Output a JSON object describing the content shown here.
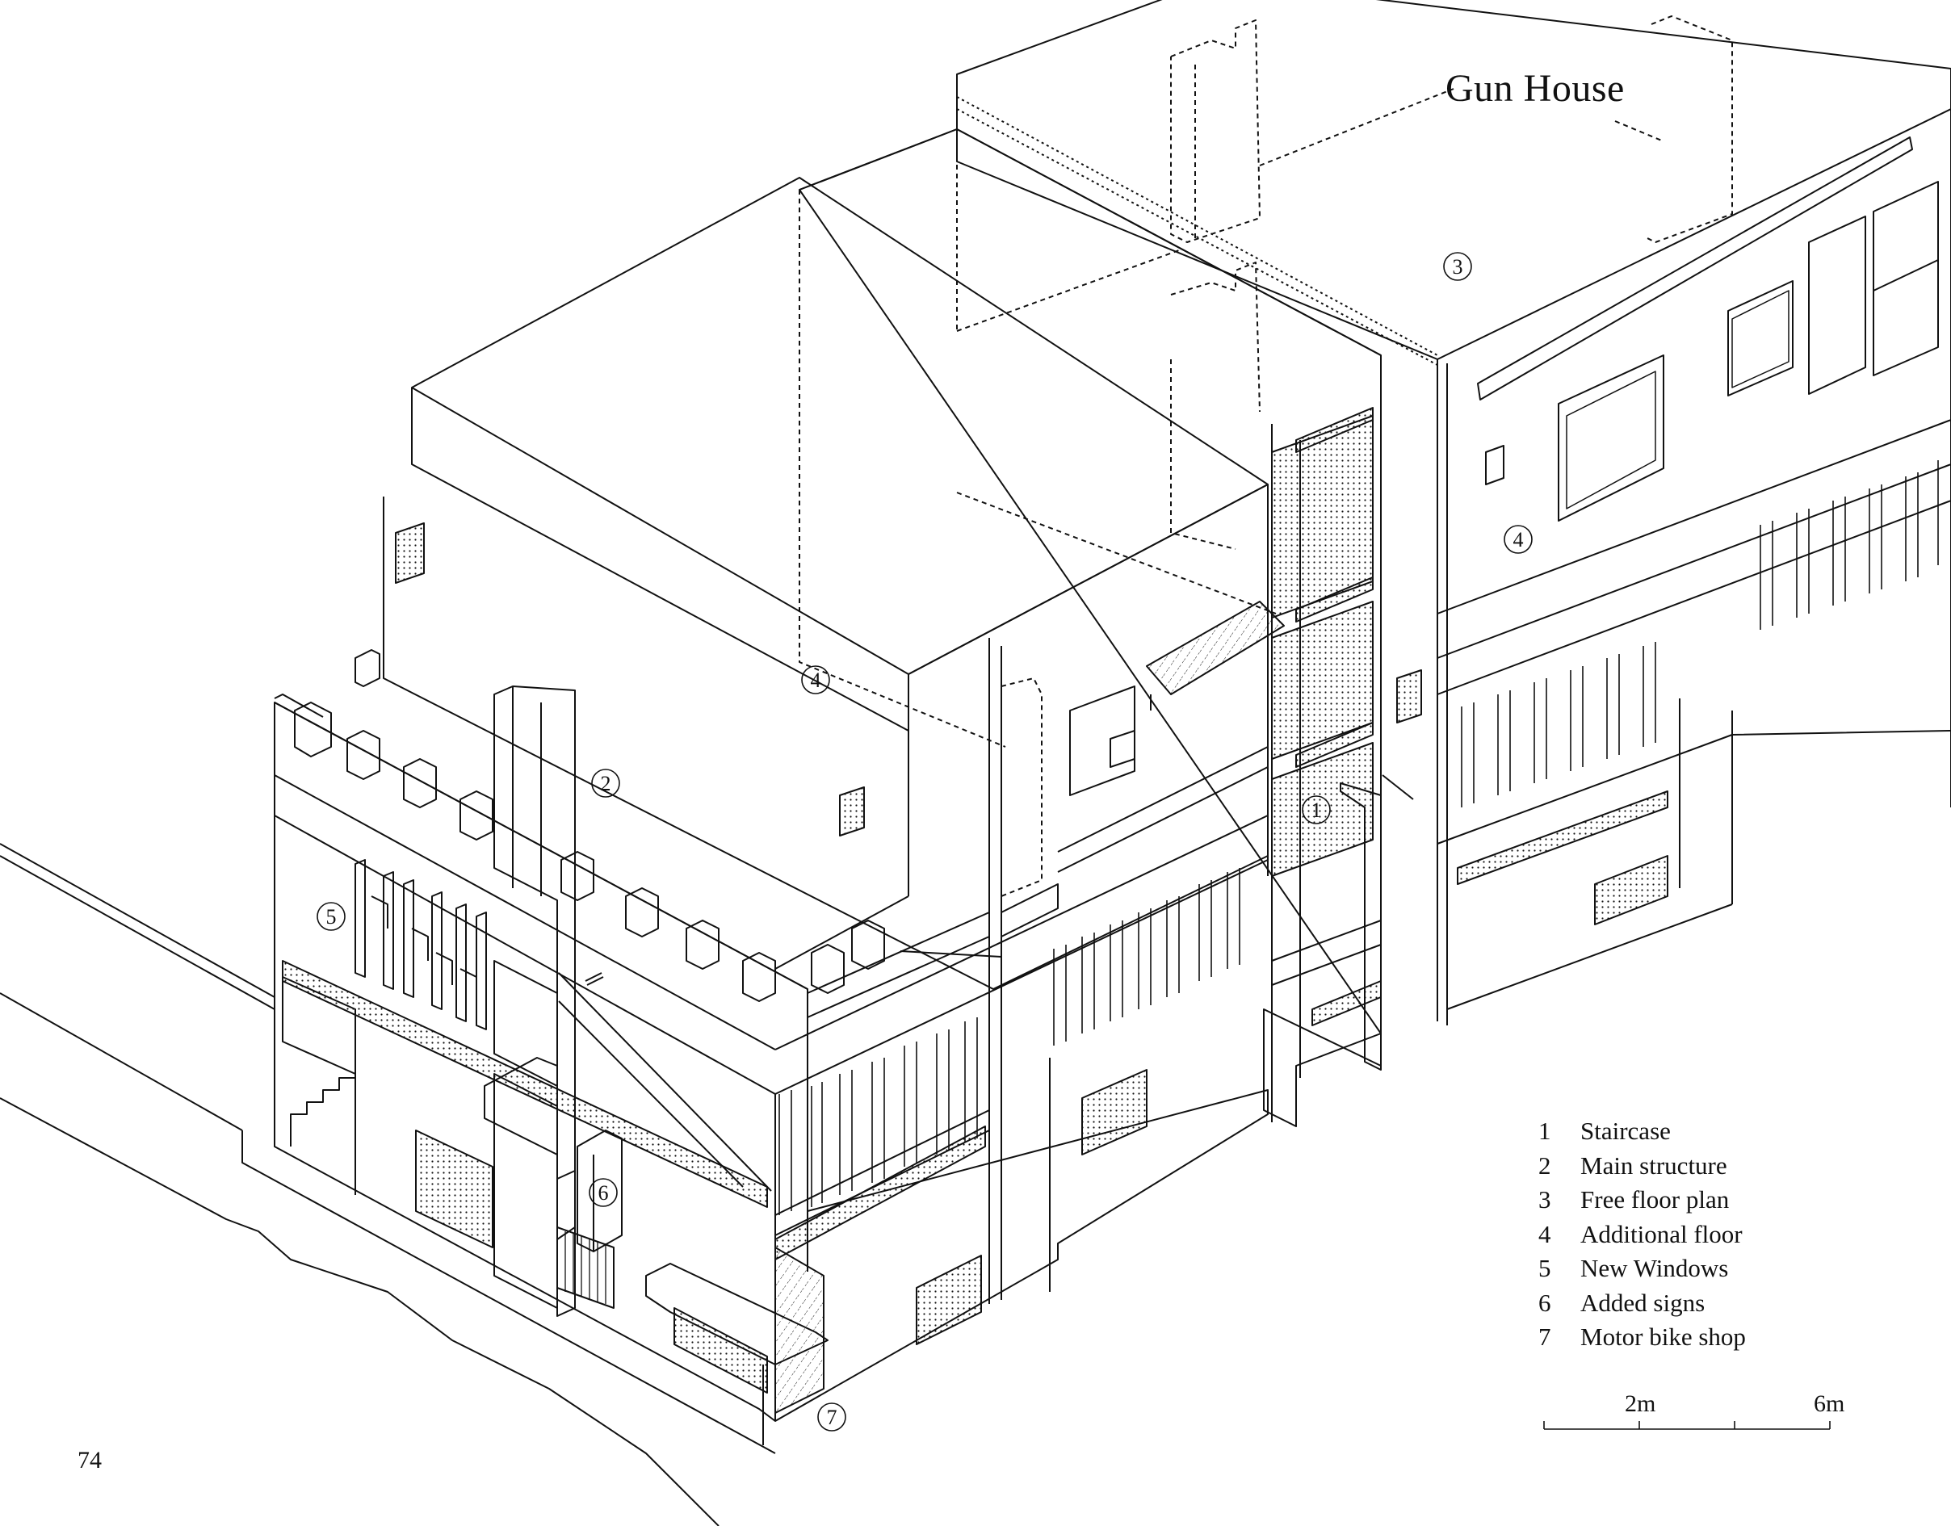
{
  "title": "Gun House",
  "legend": [
    {
      "num": "1",
      "label": "Staircase"
    },
    {
      "num": "2",
      "label": "Main structure"
    },
    {
      "num": "3",
      "label": "Free floor plan"
    },
    {
      "num": "4",
      "label": "Additional floor"
    },
    {
      "num": "5",
      "label": "New Windows"
    },
    {
      "num": "6",
      "label": "Added signs"
    },
    {
      "num": "7",
      "label": "Motor bike shop"
    }
  ],
  "callouts": [
    "1",
    "2",
    "3",
    "4",
    "4",
    "5",
    "6",
    "7"
  ],
  "scale_bar": {
    "labels": [
      "2m",
      "6m"
    ]
  },
  "page_number": "74"
}
